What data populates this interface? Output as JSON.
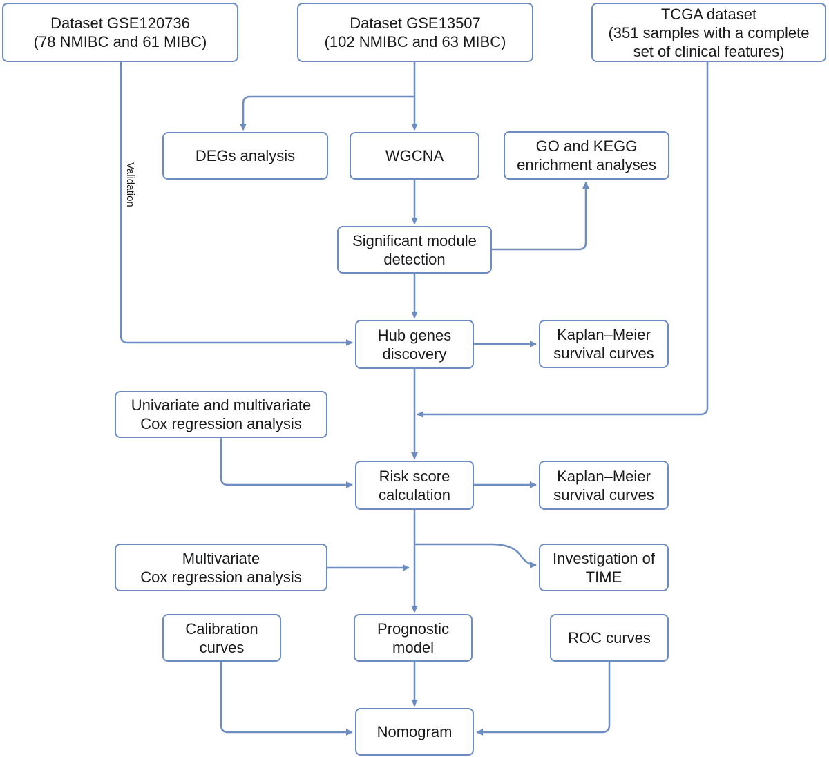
{
  "nodes": {
    "gse120736": "Dataset GSE120736\n(78 NMIBC and 61 MIBC)",
    "gse13507": "Dataset GSE13507\n(102 NMIBC and 63 MIBC)",
    "tcga": "TCGA dataset\n(351 samples with a complete\nset of clinical features)",
    "degs": "DEGs analysis",
    "wgcna": "WGCNA",
    "go_kegg": "GO and KEGG\nenrichment analyses",
    "sig_module": "Significant module\ndetection",
    "hub_genes": "Hub genes\ndiscovery",
    "km1": "Kaplan–Meier\nsurvival curves",
    "uni_multi_cox": "Univariate and multivariate\nCox regression analysis",
    "risk_score": "Risk score\ncalculation",
    "km2": "Kaplan–Meier\nsurvival curves",
    "multi_cox": "Multivariate\nCox regression analysis",
    "time": "Investigation of\nTIME",
    "calibration": "Calibration\ncurves",
    "prognostic": "Prognostic\nmodel",
    "roc": "ROC curves",
    "nomogram": "Nomogram"
  },
  "edge_labels": {
    "validation": "Validation"
  },
  "colors": {
    "stroke": "#6d8cc2",
    "text": "#1a1a1a"
  }
}
